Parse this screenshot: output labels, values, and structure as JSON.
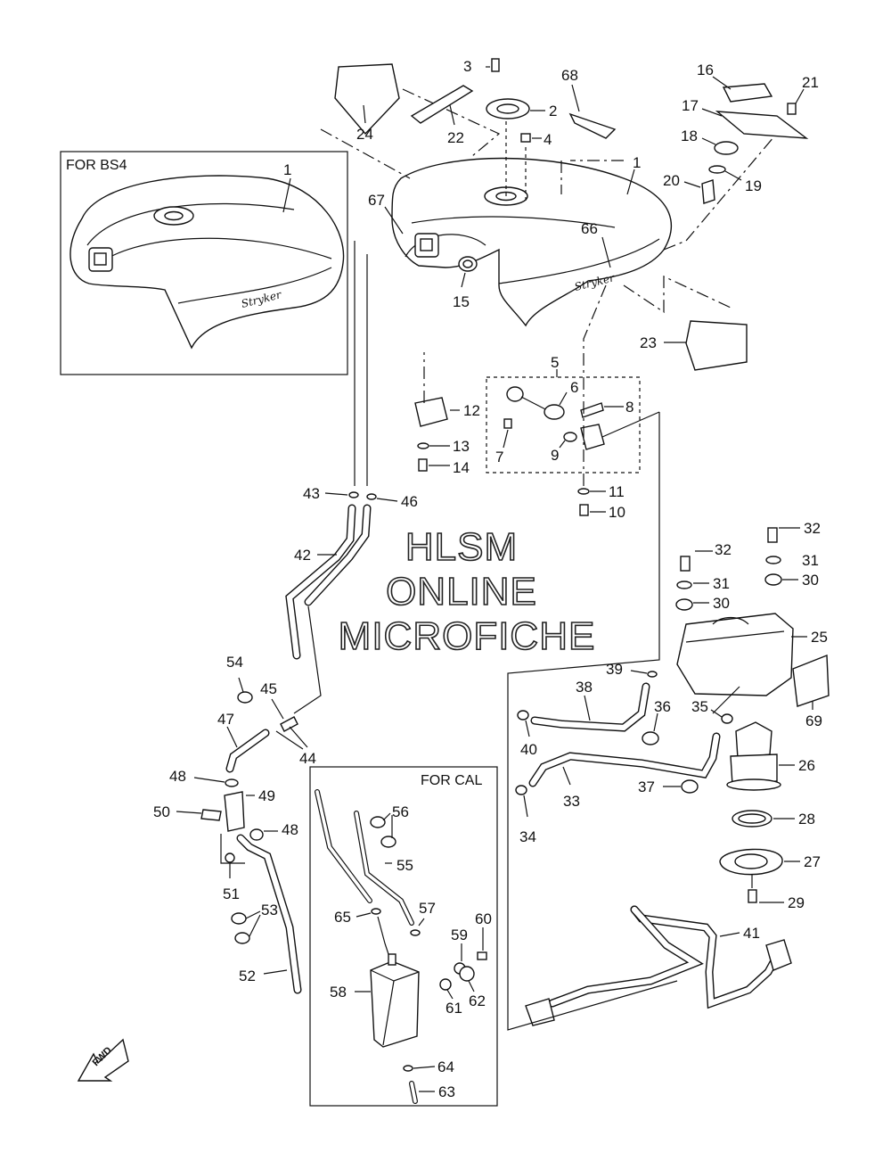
{
  "boxes": {
    "bs4_label": "FOR BS4",
    "cal_label": "FOR CAL"
  },
  "watermark": {
    "line1": "HLSM",
    "line2": "ONLINE",
    "line3": "MICROFICHE"
  },
  "badges": {
    "fwd": "FWD",
    "tank_logo": "Stryker"
  },
  "callouts": {
    "c1": "1",
    "c1b": "1",
    "c2": "2",
    "c3": "3",
    "c4": "4",
    "c5": "5",
    "c6": "6",
    "c7": "7",
    "c8": "8",
    "c9": "9",
    "c10": "10",
    "c11": "11",
    "c12": "12",
    "c13": "13",
    "c14": "14",
    "c15": "15",
    "c16": "16",
    "c17": "17",
    "c18": "18",
    "c19": "19",
    "c20": "20",
    "c21": "21",
    "c22": "22",
    "c23": "23",
    "c24": "24",
    "c25": "25",
    "c26": "26",
    "c27": "27",
    "c28": "28",
    "c29": "29",
    "c30": "30",
    "c30b": "30",
    "c31": "31",
    "c31b": "31",
    "c32": "32",
    "c32b": "32",
    "c33": "33",
    "c34": "34",
    "c35": "35",
    "c36": "36",
    "c37": "37",
    "c38": "38",
    "c39": "39",
    "c40": "40",
    "c41": "41",
    "c42": "42",
    "c43": "43",
    "c44": "44",
    "c45": "45",
    "c46": "46",
    "c47": "47",
    "c48": "48",
    "c48b": "48",
    "c49": "49",
    "c50": "50",
    "c51": "51",
    "c52": "52",
    "c53": "53",
    "c54": "54",
    "c55": "55",
    "c56": "56",
    "c57": "57",
    "c58": "58",
    "c59": "59",
    "c60": "60",
    "c61": "61",
    "c62": "62",
    "c63": "63",
    "c64": "64",
    "c65": "65",
    "c66": "66",
    "c67": "67",
    "c68": "68",
    "c69": "69"
  }
}
